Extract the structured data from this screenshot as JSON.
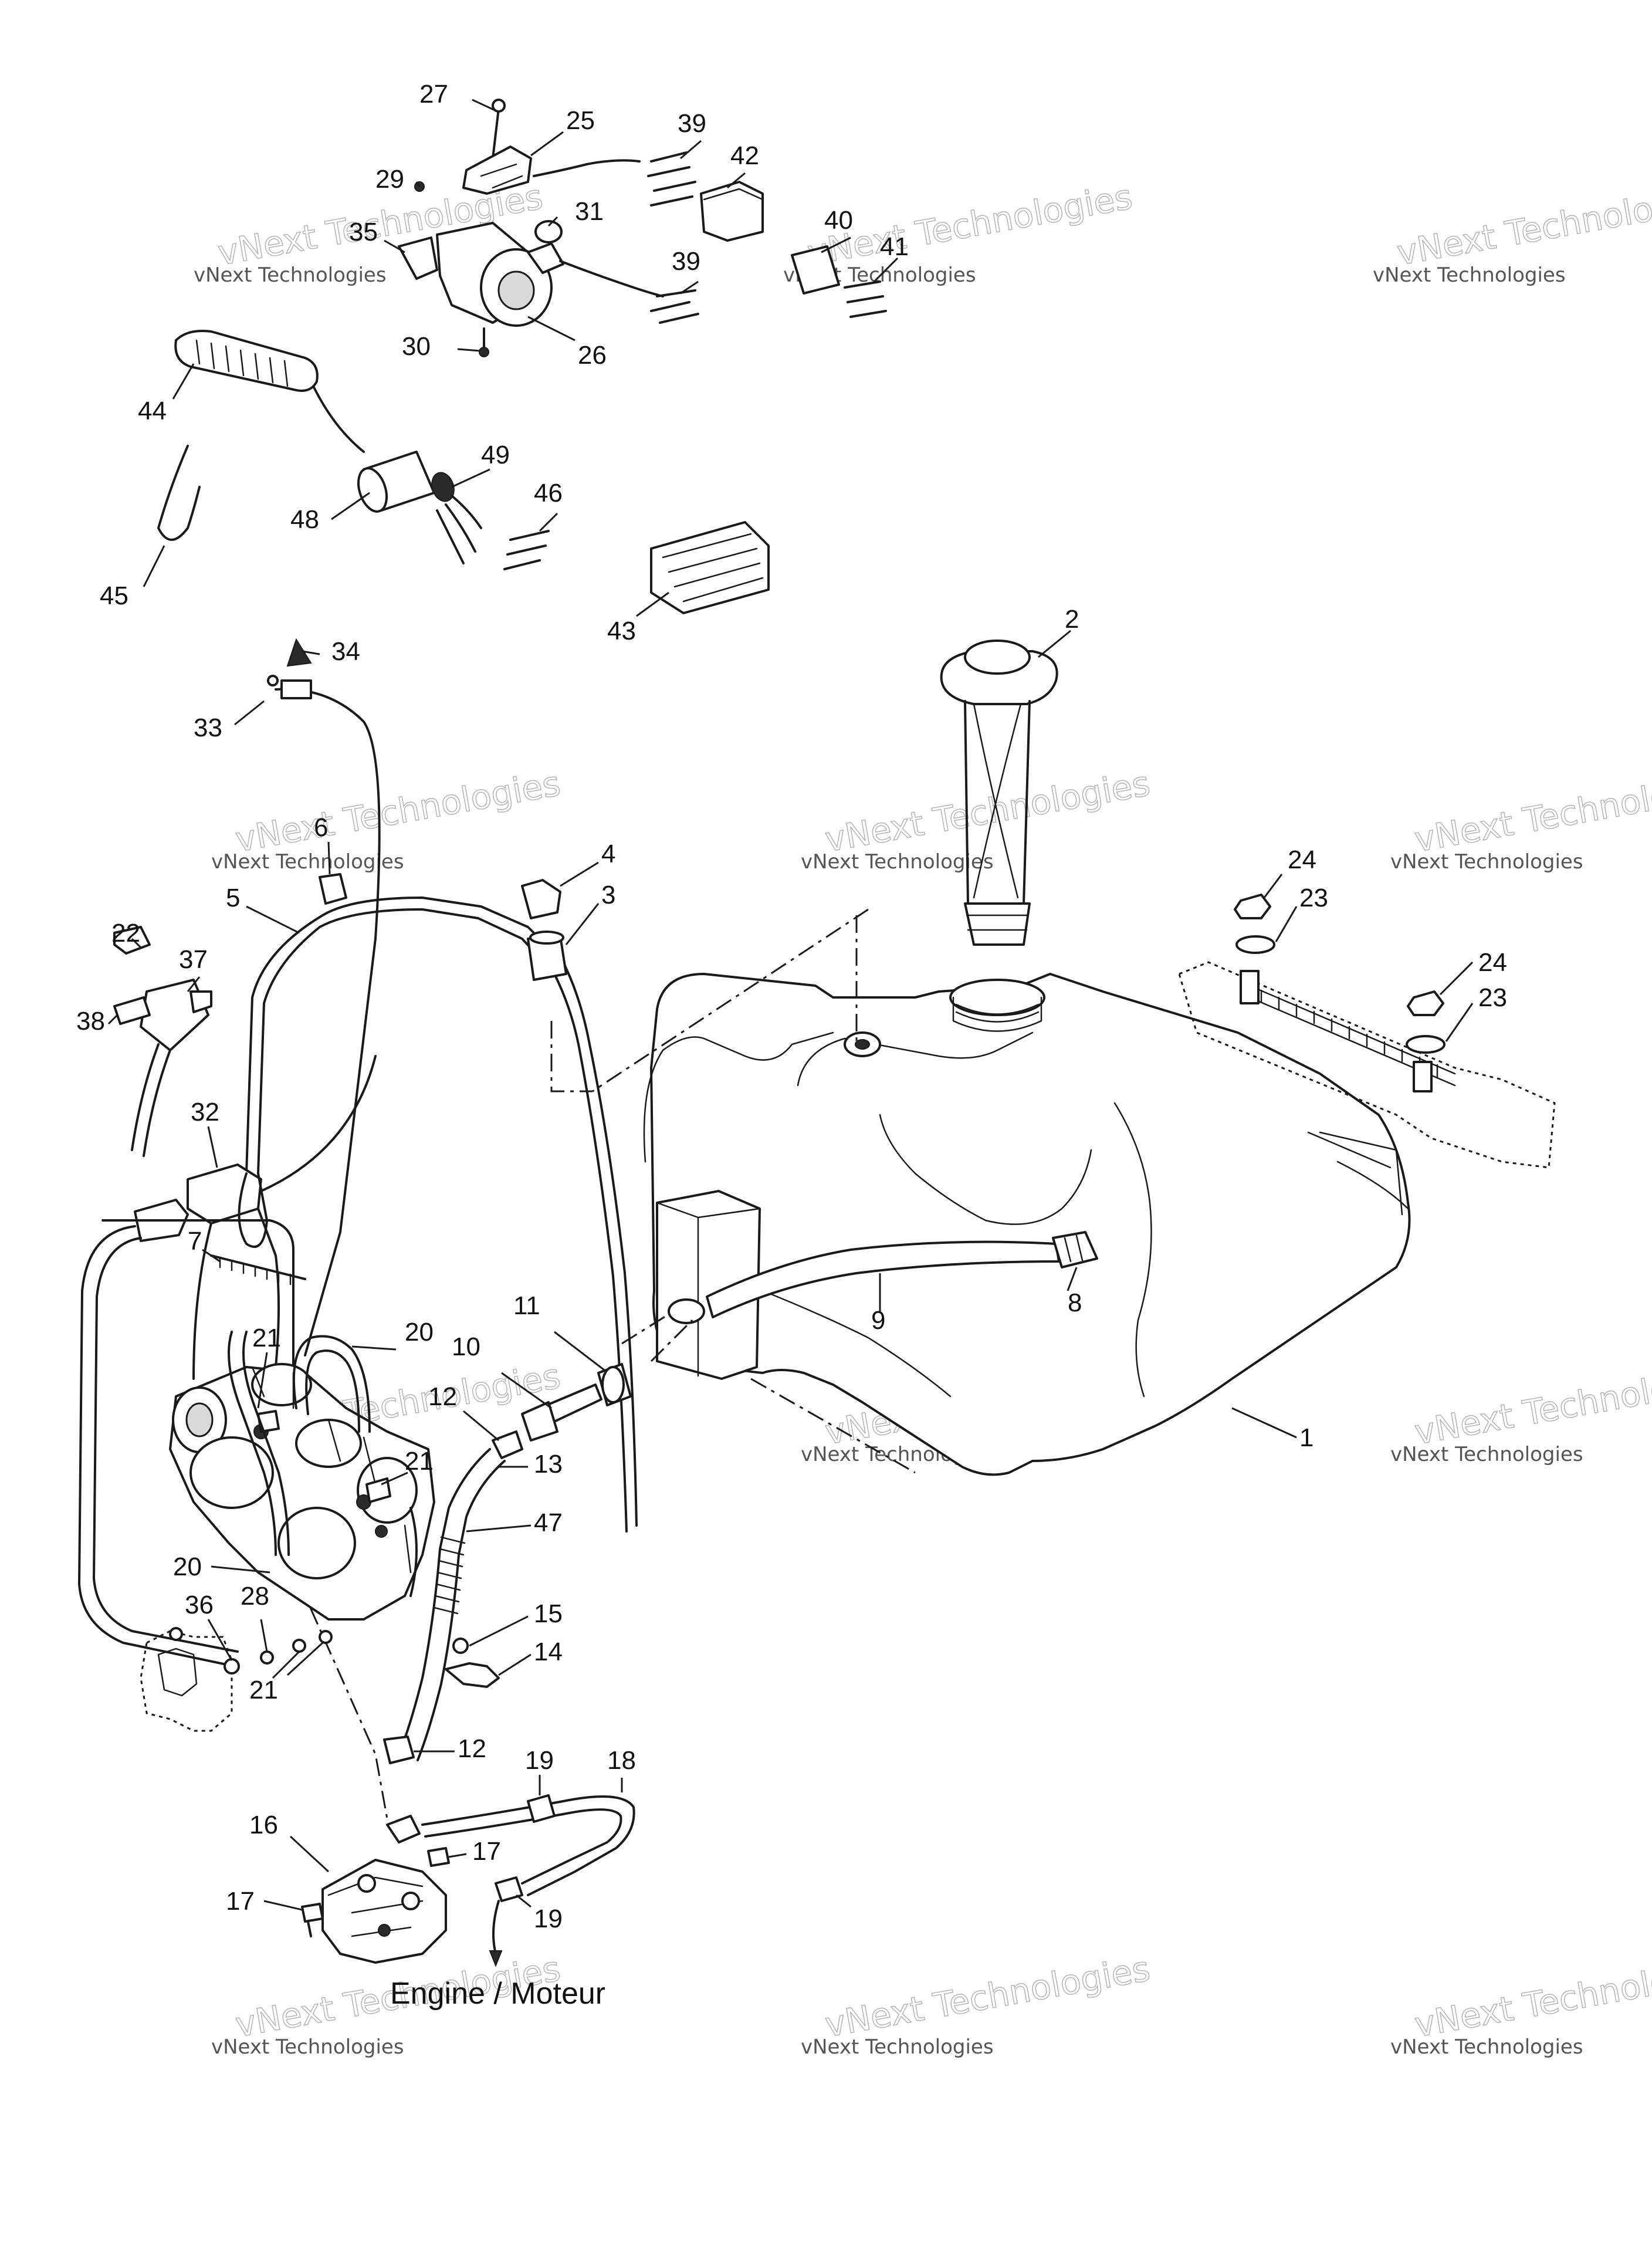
{
  "caption": "Engine / Moteur",
  "watermark": {
    "small": "vNext Technologies",
    "big": "vNext\nTechnologies"
  },
  "callouts": [
    "1",
    "2",
    "3",
    "4",
    "5",
    "6",
    "7",
    "8",
    "9",
    "10",
    "11",
    "12",
    "12",
    "13",
    "14",
    "15",
    "16",
    "17",
    "17",
    "18",
    "19",
    "19",
    "20",
    "20",
    "21",
    "21",
    "21",
    "22",
    "23",
    "23",
    "24",
    "24",
    "25",
    "26",
    "27",
    "28",
    "29",
    "30",
    "31",
    "32",
    "33",
    "34",
    "35",
    "36",
    "37",
    "38",
    "39",
    "39",
    "40",
    "41",
    "42",
    "43",
    "44",
    "45",
    "46",
    "47",
    "48",
    "49"
  ]
}
